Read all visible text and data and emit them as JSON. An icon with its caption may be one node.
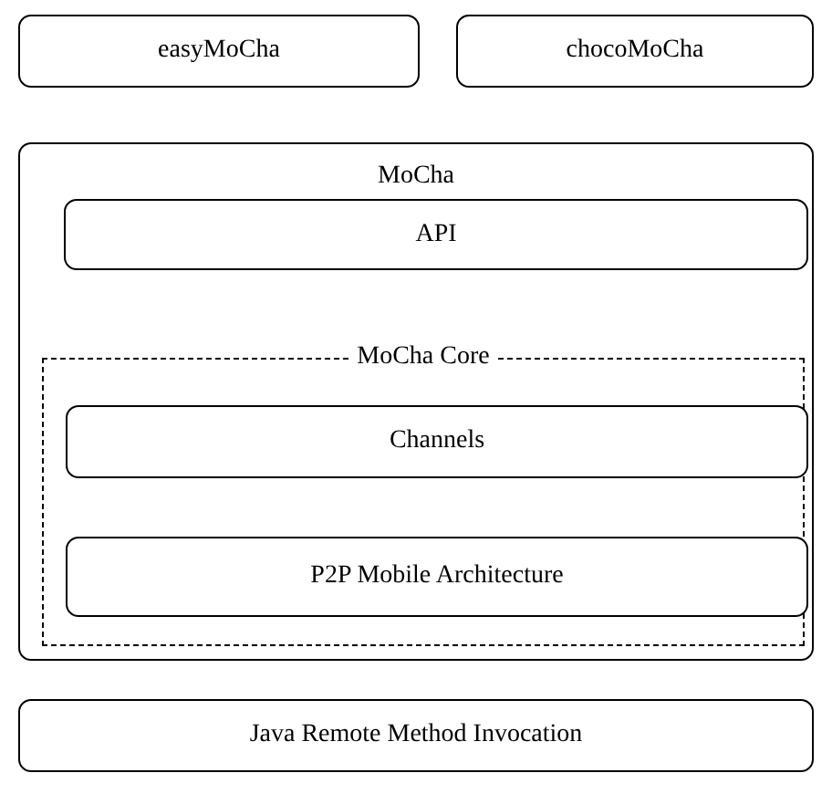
{
  "diagram": {
    "nodes": [
      {
        "text": [
          "easyMoCha"
        ]
      },
      {
        "text": [
          "chocoMoCha"
        ]
      },
      {
        "text": [
          "MoCha"
        ]
      },
      {
        "text": [
          "API"
        ],
        "in": 2
      },
      {
        "text": [
          "MoCha Core"
        ],
        "in": 2
      },
      {
        "text": [
          "Channels"
        ],
        "in": 4
      },
      {
        "text": [
          "P2P Mobile Architecture"
        ],
        "in": 4
      },
      {
        "text": [
          "Java Remote Method Invocation"
        ]
      }
    ]
  }
}
